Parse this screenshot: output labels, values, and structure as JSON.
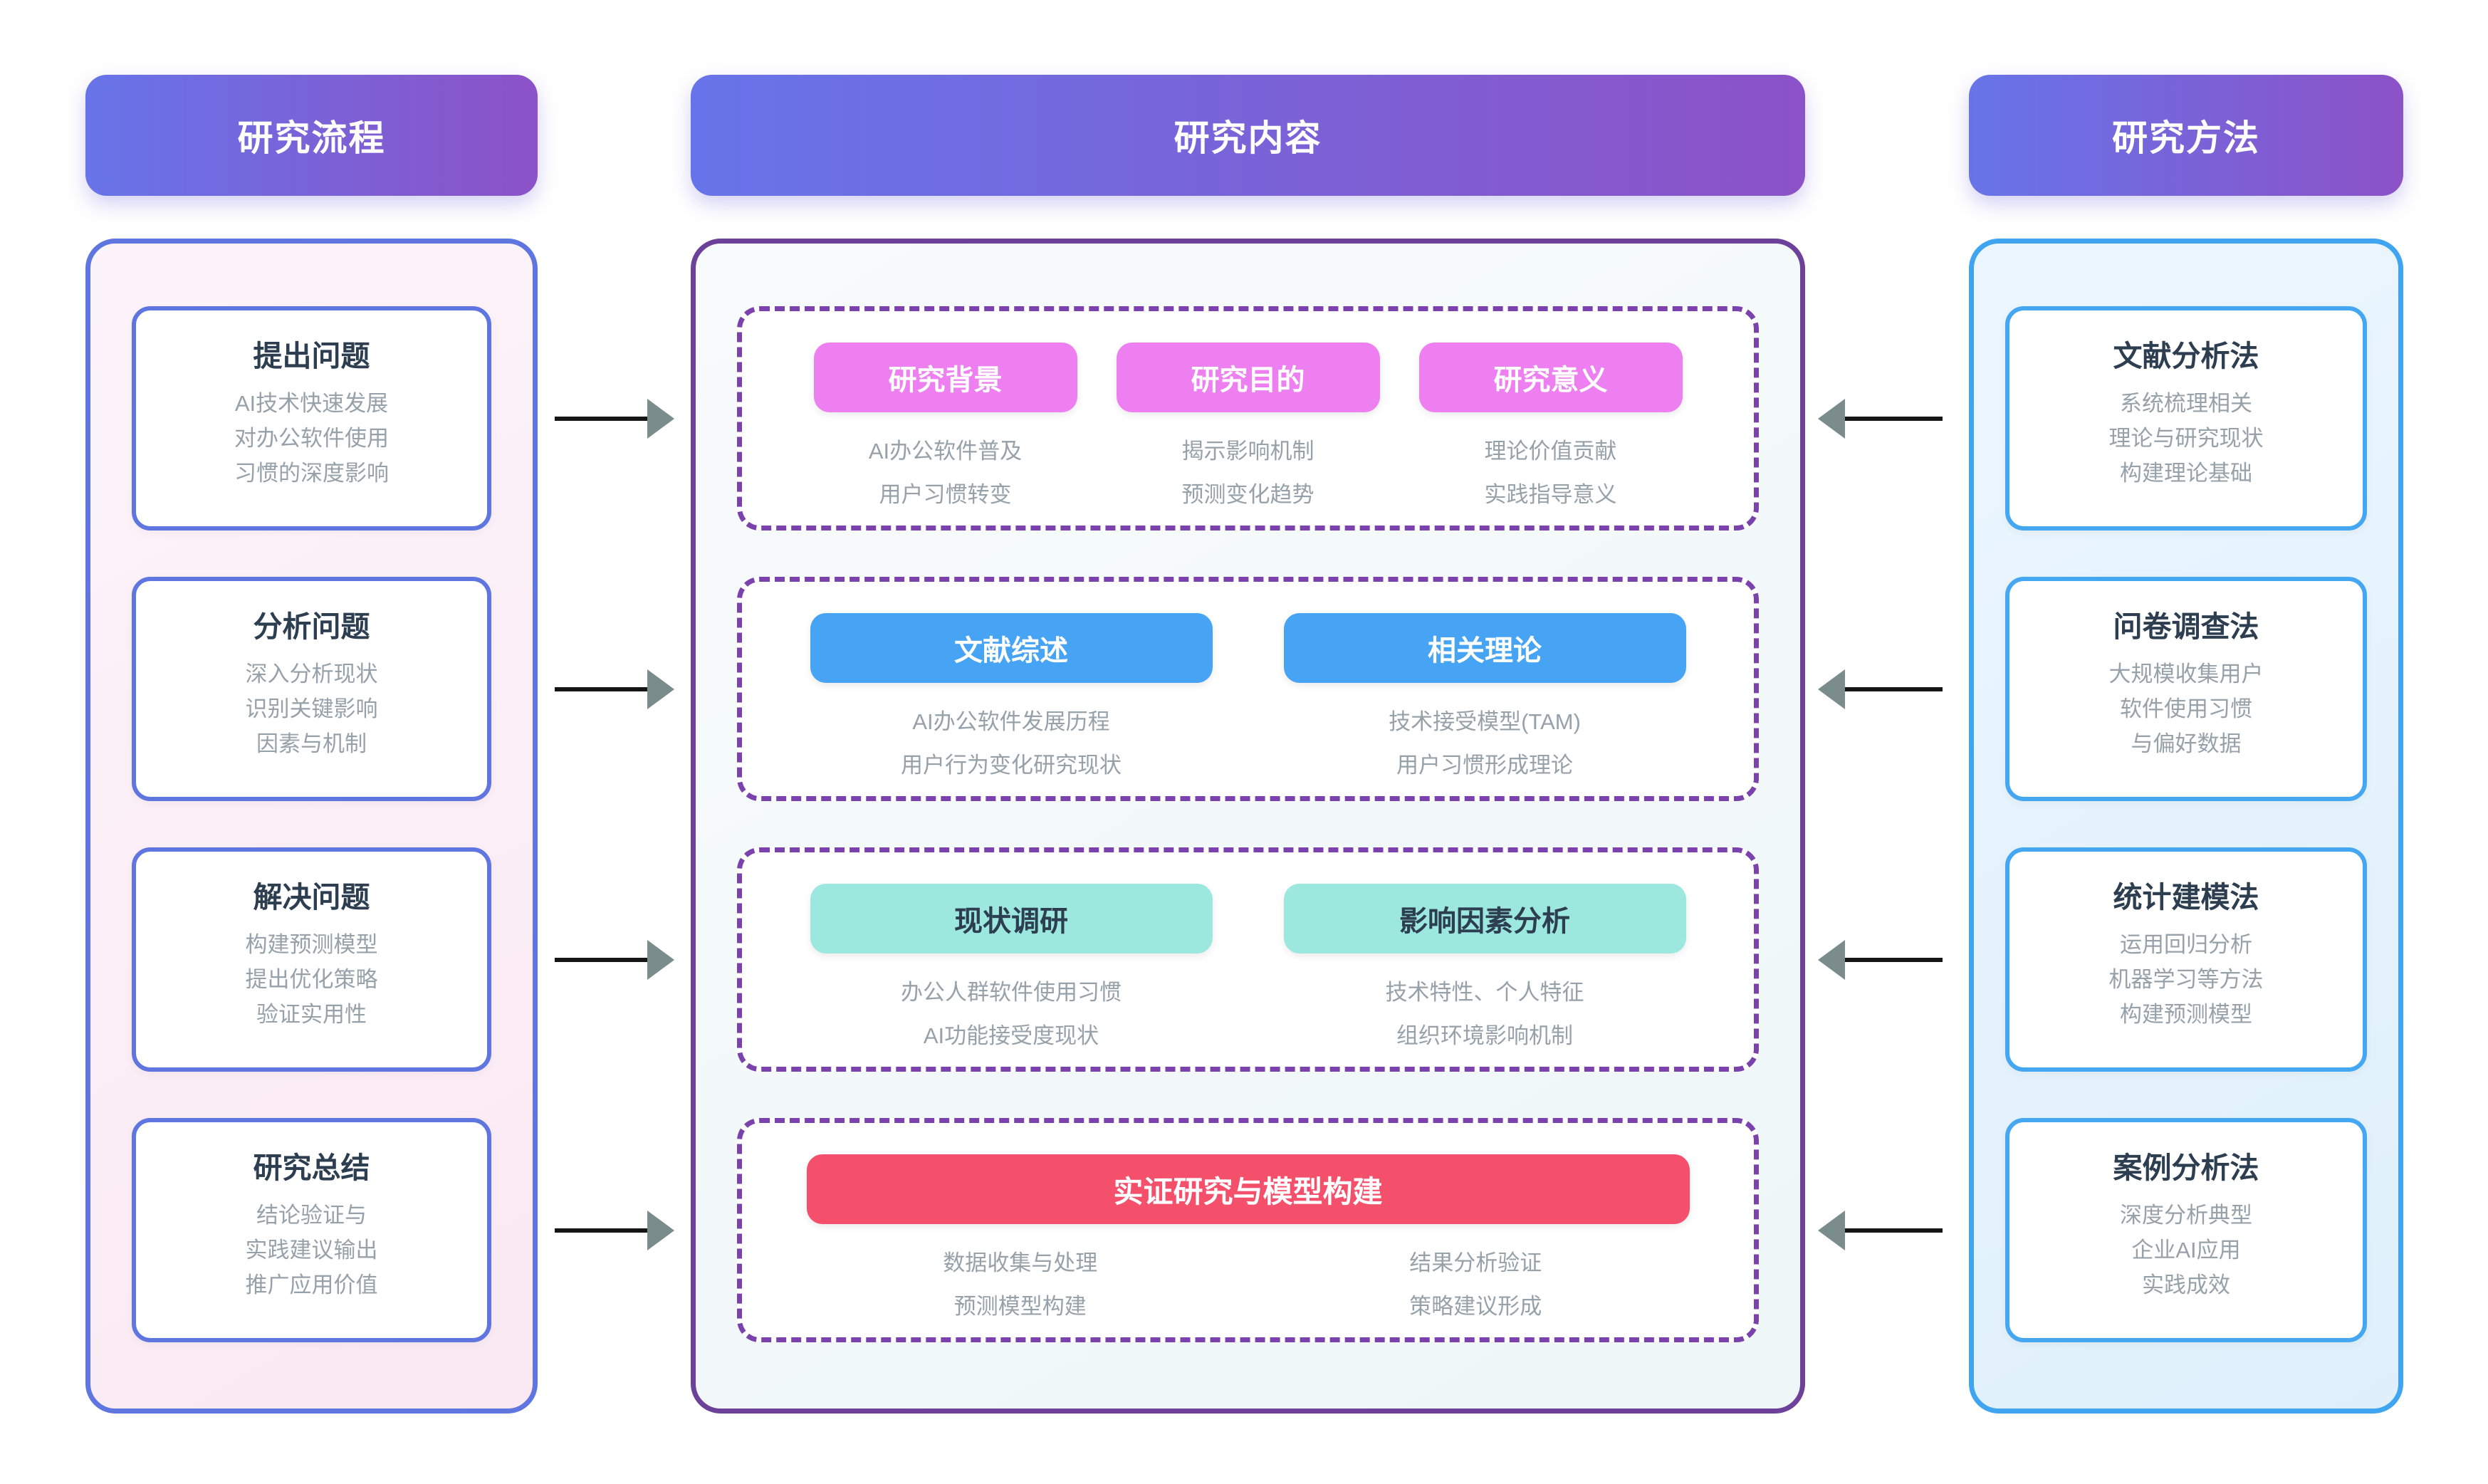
{
  "headers": {
    "left": "研究流程",
    "center": "研究内容",
    "right": "研究方法"
  },
  "process": {
    "steps": [
      {
        "title": "提出问题",
        "line1": "AI技术快速发展",
        "line2": "对办公软件使用",
        "line3": "习惯的深度影响"
      },
      {
        "title": "分析问题",
        "line1": "深入分析现状",
        "line2": "识别关键影响",
        "line3": "因素与机制"
      },
      {
        "title": "解决问题",
        "line1": "构建预测模型",
        "line2": "提出优化策略",
        "line3": "验证实用性"
      },
      {
        "title": "研究总结",
        "line1": "结论验证与",
        "line2": "实践建议输出",
        "line3": "推广应用价值"
      }
    ]
  },
  "content": {
    "row1": {
      "items": [
        {
          "badge": "研究背景",
          "line1": "AI办公软件普及",
          "line2": "用户习惯转变"
        },
        {
          "badge": "研究目的",
          "line1": "揭示影响机制",
          "line2": "预测变化趋势"
        },
        {
          "badge": "研究意义",
          "line1": "理论价值贡献",
          "line2": "实践指导意义"
        }
      ]
    },
    "row2": {
      "items": [
        {
          "badge": "文献综述",
          "line1": "AI办公软件发展历程",
          "line2": "用户行为变化研究现状"
        },
        {
          "badge": "相关理论",
          "line1": "技术接受模型(TAM)",
          "line2": "用户习惯形成理论"
        }
      ]
    },
    "row3": {
      "items": [
        {
          "badge": "现状调研",
          "line1": "办公人群软件使用习惯",
          "line2": "AI功能接受度现状"
        },
        {
          "badge": "影响因素分析",
          "line1": "技术特性、个人特征",
          "line2": "组织环境影响机制"
        }
      ]
    },
    "row4": {
      "badge": "实证研究与模型构建",
      "col1": {
        "line1": "数据收集与处理",
        "line2": "预测模型构建"
      },
      "col2": {
        "line1": "结果分析验证",
        "line2": "策略建议形成"
      }
    }
  },
  "methods": {
    "cards": [
      {
        "title": "文献分析法",
        "line1": "系统梳理相关",
        "line2": "理论与研究现状",
        "line3": "构建理论基础"
      },
      {
        "title": "问卷调查法",
        "line1": "大规模收集用户",
        "line2": "软件使用习惯",
        "line3": "与偏好数据"
      },
      {
        "title": "统计建模法",
        "line1": "运用回归分析",
        "line2": "机器学习等方法",
        "line3": "构建预测模型"
      },
      {
        "title": "案例分析法",
        "line1": "深度分析典型",
        "line2": "企业AI应用",
        "line3": "实践成效"
      }
    ]
  },
  "colors": {
    "header_gradient_start": "#6774e9",
    "header_gradient_end": "#8c52c7",
    "process_border": "#5f76e0",
    "content_border": "#6d4199",
    "dashed_border": "#7b42ad",
    "methods_border": "#3fa5f1",
    "badge_pink": "#ee7ff0",
    "badge_blue": "#47a3f4",
    "badge_teal": "#9ce7de",
    "badge_red": "#f4506b",
    "title_text": "#2c3e50",
    "body_text": "#97a1a9",
    "arrow_line": "#151515",
    "arrow_head": "#7a8c8c"
  }
}
